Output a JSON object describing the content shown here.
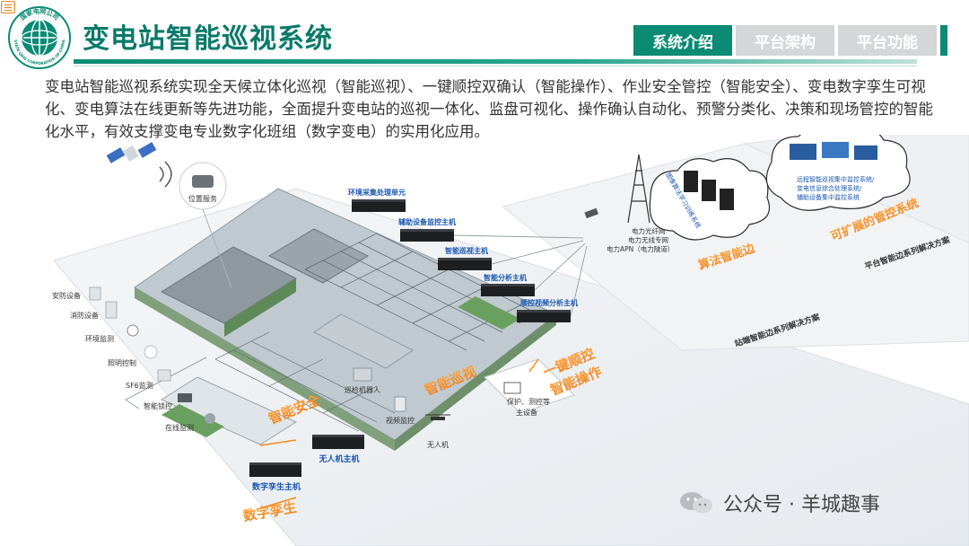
{
  "header": {
    "title": "变电站智能巡视系统",
    "logo_ring_top": "国家电网公司",
    "logo_ring_bottom": "STATE GRID CORPORATION OF CHINA"
  },
  "tabs": [
    {
      "label": "系统介绍",
      "active": true
    },
    {
      "label": "平台架构",
      "active": false
    },
    {
      "label": "平台功能",
      "active": false
    }
  ],
  "intro_text": "变电站智能巡视系统实现全天候立体化巡视（智能巡视）、一键顺控双确认（智能操作）、作业安全管控（智能安全）、变电数字孪生可视化、变电算法在线更新等先进功能，全面提升变电站的巡视一体化、监盘可视化、操作确认自动化、预警分类化、决策和现场管控的智能化水平，有效支撑变电专业数字化班组（数字变电）的实用化应用。",
  "diagram": {
    "servers": [
      {
        "label": "环境采集处理单元"
      },
      {
        "label": "辅助设备监控主机"
      },
      {
        "label": "智能巡视主机"
      },
      {
        "label": "智能分析主机"
      },
      {
        "label": "顺控视频分析主机"
      }
    ],
    "position_service": "位置服务",
    "left_devices": [
      {
        "label": "安防设备"
      },
      {
        "label": "消防设备"
      },
      {
        "label": "环境监测"
      },
      {
        "label": "照明控制"
      },
      {
        "label": "SF6监测"
      },
      {
        "label": "智能锁控"
      },
      {
        "label": "在线监测"
      }
    ],
    "section_labels": {
      "smart_safety": "智能安全",
      "smart_patrol": "智能巡视",
      "one_key": "一键顺控",
      "smart_operation": "智能操作",
      "digital_twin": "数字孪生",
      "algo_edge": "算法智能边",
      "scalable_mgmt": "可扩展的管控系统"
    },
    "lower_devices": {
      "robot": "巡检机器人",
      "camera": "视频监控",
      "drone": "无人机",
      "protection": "保护、测控等",
      "protection_sub": "主设备",
      "drone_host": "无人机主机",
      "twin_host": "数字孪生主机"
    },
    "network": {
      "line1": "电力光纤网",
      "line2": "电力无线专网",
      "line3": "电力APN（电力隧道）"
    },
    "cloud_mid": "图像算法学习训练系统",
    "cloud_right": {
      "line1": "远程智能巡视集中监控系统/",
      "line2": "变电信息综合处理系统/",
      "line3": "辅助设备集中监控系统"
    },
    "platform_labels": {
      "station_edge": "站端智能边系列解决方案",
      "platform_edge": "平台智能边系列解决方案"
    }
  },
  "watermark": {
    "text": "公众号 · 羊城趣事"
  },
  "colors": {
    "brand": "#0b8a74",
    "tab_inactive": "#d4d6d8",
    "accent_orange": "#f28a1c",
    "server_label": "#1a56b0"
  }
}
